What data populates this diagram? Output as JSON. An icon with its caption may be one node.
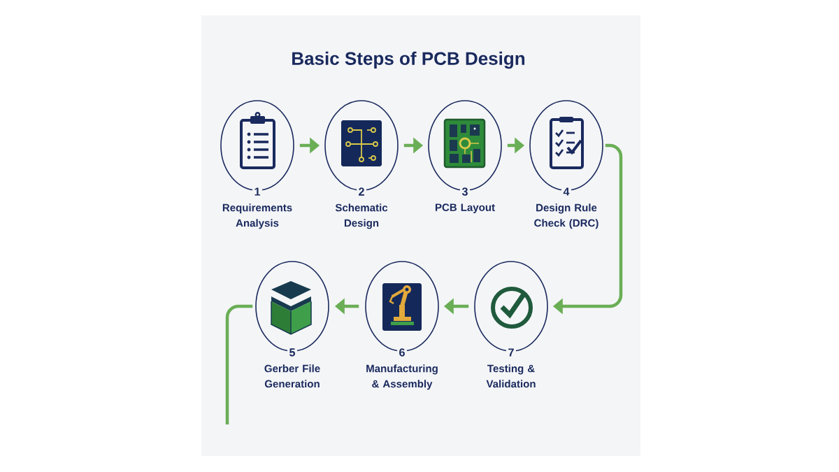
{
  "diagram": {
    "title": "Basic Steps of PCB Design",
    "nodes": [
      {
        "text": [
          "1"
        ],
        "beside": [
          "Requirements Analysis"
        ]
      },
      {
        "text": [
          "2"
        ],
        "beside": [
          "Schematic Design"
        ]
      },
      {
        "text": [
          "3"
        ],
        "beside": [
          "PCB Layout"
        ]
      },
      {
        "text": [
          "4"
        ],
        "beside": [
          "Design Rule Check (DRC)"
        ]
      },
      {
        "text": [
          "5"
        ],
        "beside": [
          "Gerber File Generation"
        ]
      },
      {
        "text": [
          "6"
        ],
        "beside": [
          "Manufacturing & Assembly"
        ]
      },
      {
        "text": [
          "7"
        ],
        "beside": [
          "Testing & Validation"
        ]
      }
    ],
    "edges": [
      {
        "from": 0,
        "to": 1,
        "arrow": "to"
      },
      {
        "from": 1,
        "to": 2,
        "arrow": "to"
      },
      {
        "from": 2,
        "to": 3,
        "arrow": "to"
      },
      {
        "from": 3,
        "to": 6,
        "arrow": "to"
      },
      {
        "from": 6,
        "to": 5,
        "arrow": "to"
      },
      {
        "from": 5,
        "to": 4,
        "arrow": "to"
      },
      {
        "from": 4,
        "to": null,
        "arrow": "none"
      }
    ]
  }
}
